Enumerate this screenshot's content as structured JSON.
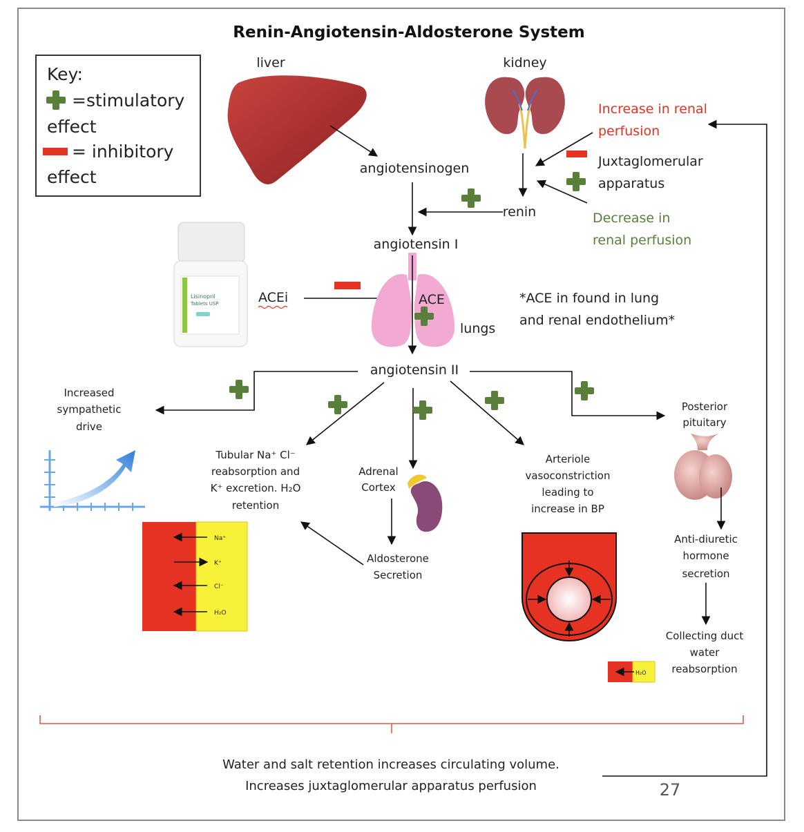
{
  "title": "Renin-Angiotensin-Aldosterone System",
  "key": {
    "heading": "Key:",
    "stim_line1": "=stimulatory",
    "stim_line2": "effect",
    "inhib_line1": "= inhibitory",
    "inhib_line2": "effect"
  },
  "organs": {
    "liver": "liver",
    "kidney": "kidney",
    "lungs": "lungs"
  },
  "nodes": {
    "angiotensinogen": "angiotensinogen",
    "renin": "renin",
    "angiotensin_1": "angiotensin I",
    "ace": "ACE",
    "acei": "ACEi",
    "angiotensin_2": "angiotensin II",
    "juxta_line1": "Juxtaglomerular",
    "juxta_line2": "apparatus",
    "increase_perf_line1": "Increase in renal",
    "increase_perf_line2": "perfusion",
    "decrease_perf_line1": "Decrease in",
    "decrease_perf_line2": "renal perfusion",
    "ace_note_line1": "*ACE in found in lung",
    "ace_note_line2": "and renal endothelium*"
  },
  "pill_bottle": {
    "label_line1": "Lisinopril",
    "label_line2": "Tablets USP"
  },
  "effects": {
    "sympathetic_line1": "Increased",
    "sympathetic_line2": "sympathetic",
    "sympathetic_line3": "drive",
    "tubular_line1": "Tubular Na⁺ Cl⁻",
    "tubular_line2": "reabsorption and",
    "tubular_line3": "K⁺ excretion. H₂O",
    "tubular_line4": "retention",
    "adrenal_line1": "Adrenal",
    "adrenal_line2": "Cortex",
    "aldosterone_line1": "Aldosterone",
    "aldosterone_line2": "Secretion",
    "arteriole_line1": "Arteriole",
    "arteriole_line2": "vasoconstriction",
    "arteriole_line3": "leading to",
    "arteriole_line4": "increase in BP",
    "pituitary_line1": "Posterior",
    "pituitary_line2": "pituitary",
    "adh_line1": "Anti-diuretic",
    "adh_line2": "hormone",
    "adh_line3": "secretion",
    "collecting_line1": "Collecting duct",
    "collecting_line2": "water",
    "collecting_line3": "reabsorption"
  },
  "ion_box": {
    "na": "Na⁺",
    "k": "K⁺",
    "cl": "Cl⁻",
    "h2o": "H₂O"
  },
  "small_box": {
    "h2o": "H₂O"
  },
  "footer": {
    "line1": "Water and salt retention increases circulating volume.",
    "line2": "Increases juxtaglomerular apparatus perfusion",
    "page_number": "27"
  },
  "colors": {
    "stimulatory": "#5a7f3a",
    "inhibitory": "#e53222",
    "increase_text": "#e53222",
    "decrease_text": "#5a7f3a",
    "liver": "#a8302f",
    "lungs": "#f2a9d2",
    "tissue_red": "#e53222",
    "lumen_yellow": "#f7f13a"
  },
  "icons": {
    "stimulatory": "plus-icon",
    "inhibitory": "minus-icon"
  }
}
